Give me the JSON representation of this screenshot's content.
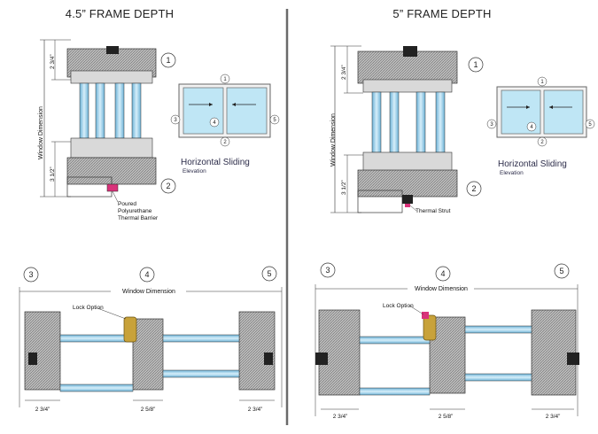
{
  "left_panel": {
    "title": "4.5” FRAME DEPTH",
    "vertical": {
      "window_dimension": "Window Dimension",
      "dim_top": "2 3/4”",
      "dim_bottom": "3 1/2”",
      "callout_top": "1",
      "callout_bottom": "2",
      "annotation_lines": [
        "Poured",
        "Polyurethane",
        "Thermal Barrier"
      ]
    },
    "elevation": {
      "title": "Horizontal Sliding",
      "subtitle": "Elevation",
      "callouts": [
        "1",
        "2",
        "3",
        "4",
        "5"
      ]
    },
    "horizontal": {
      "callouts": [
        "3",
        "4",
        "5"
      ],
      "window_dimension": "Window Dimension",
      "lock_option": "Lock Option",
      "dim_left": "2 3/4”",
      "dim_mid": "2 5/8”",
      "dim_right": "2 3/4”"
    }
  },
  "right_panel": {
    "title": "5” FRAME DEPTH",
    "vertical": {
      "window_dimension": "Window Dimension",
      "dim_top": "2 3/4”",
      "dim_bottom": "3 1/2”",
      "callout_top": "1",
      "callout_bottom": "2",
      "annotation_lines": [
        "Thermal Strut"
      ]
    },
    "elevation": {
      "title": "Horizontal Sliding",
      "subtitle": "Elevation",
      "callouts": [
        "1",
        "2",
        "3",
        "4",
        "5"
      ]
    },
    "horizontal": {
      "callouts": [
        "3",
        "4",
        "5"
      ],
      "window_dimension": "Window Dimension",
      "lock_option": "Lock Option",
      "dim_left": "2 3/4”",
      "dim_mid": "2 5/8”",
      "dim_right": "2 3/4”"
    }
  },
  "colors": {
    "glass": "#a9d8ee",
    "glass_dark": "#6cb3d8",
    "metal": "#9a9a9a",
    "metal_dark": "#555555",
    "barrier": "#d9327a",
    "lock": "#c8a23a",
    "divider": "#666666"
  }
}
